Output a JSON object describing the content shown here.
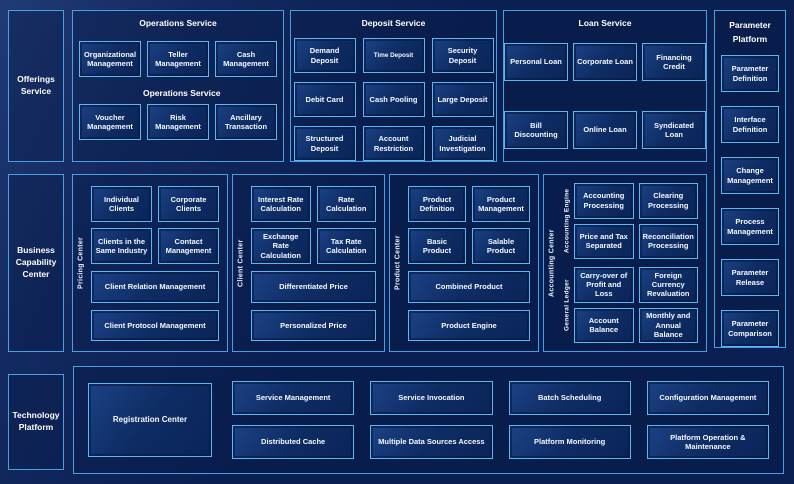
{
  "palette": {
    "background": "#0a1f52",
    "panel_border": "#4a9fe3",
    "node_border": "#5cb6f2",
    "node_fill": "#11316c",
    "text": "#ffffff"
  },
  "left_rail": {
    "offerings": "Offerings Service",
    "business_capability": "Business Capability Center",
    "technology": "Technology Platform"
  },
  "operations": {
    "title": "Operations Service",
    "inline_label": "Operations Service",
    "row1": [
      "Organizational Management",
      "Teller Management",
      "Cash Management"
    ],
    "row2": [
      "Voucher Management",
      "Risk Management",
      "Ancillary Transaction"
    ]
  },
  "deposit": {
    "title": "Deposit Service",
    "items": [
      "Demand Deposit",
      "Time Deposit",
      "Security Deposit",
      "Debit Card",
      "Cash Pooling",
      "Large Deposit",
      "Structured Deposit",
      "Account Restriction",
      "Judicial Investigation"
    ]
  },
  "loan": {
    "title": "Loan Service",
    "items": [
      "Personal Loan",
      "Corporate Loan",
      "Financing Credit",
      "Bill Discounting",
      "Online Loan",
      "Syndicated Loan"
    ]
  },
  "parameter_platform": {
    "title": "Parameter Platform",
    "items": [
      "Parameter Definition",
      "Interface Definition",
      "Change Management",
      "Process Management",
      "Parameter Release",
      "Parameter Comparison"
    ]
  },
  "pricing_center": {
    "label": "Pricing Center",
    "small": [
      "Individual Clients",
      "Corporate Clients",
      "Clients in the Same Industry",
      "Contact Management"
    ],
    "wide": [
      "Client Relation Management",
      "Client Protocol Management"
    ]
  },
  "client_center": {
    "label": "Client Center",
    "small": [
      "Interest Rate Calculation",
      "Rate Calculation",
      "Exchange Rate Calculation",
      "Tax Rate Calculation"
    ],
    "wide": [
      "Differentiated Price",
      "Personalized Price"
    ]
  },
  "product_center": {
    "label": "Product Center",
    "small": [
      "Product Definition",
      "Product Management",
      "Basic Product",
      "Salable Product"
    ],
    "wide": [
      "Combined Product",
      "Product Engine"
    ]
  },
  "accounting_center": {
    "label": "Accounting Center",
    "engine": {
      "label": "Accounting Engine",
      "items": [
        "Accounting Processing",
        "Clearing Processing",
        "Price and Tax Separated",
        "Reconciliation Processing"
      ]
    },
    "ledger": {
      "label": "General Ledger",
      "items": [
        "Carry-over of Profit and Loss",
        "Foreign Currency Revaluation",
        "Account Balance",
        "Monthly and Annual Balance"
      ]
    }
  },
  "technology": {
    "registration": "Registration Center",
    "row1": [
      "Service Management",
      "Service Invocation",
      "Batch Scheduling",
      "Configuration Management"
    ],
    "row2": [
      "Distributed Cache",
      "Multiple Data Sources Access",
      "Platform Monitoring",
      "Platform Operation & Maintenance"
    ]
  }
}
